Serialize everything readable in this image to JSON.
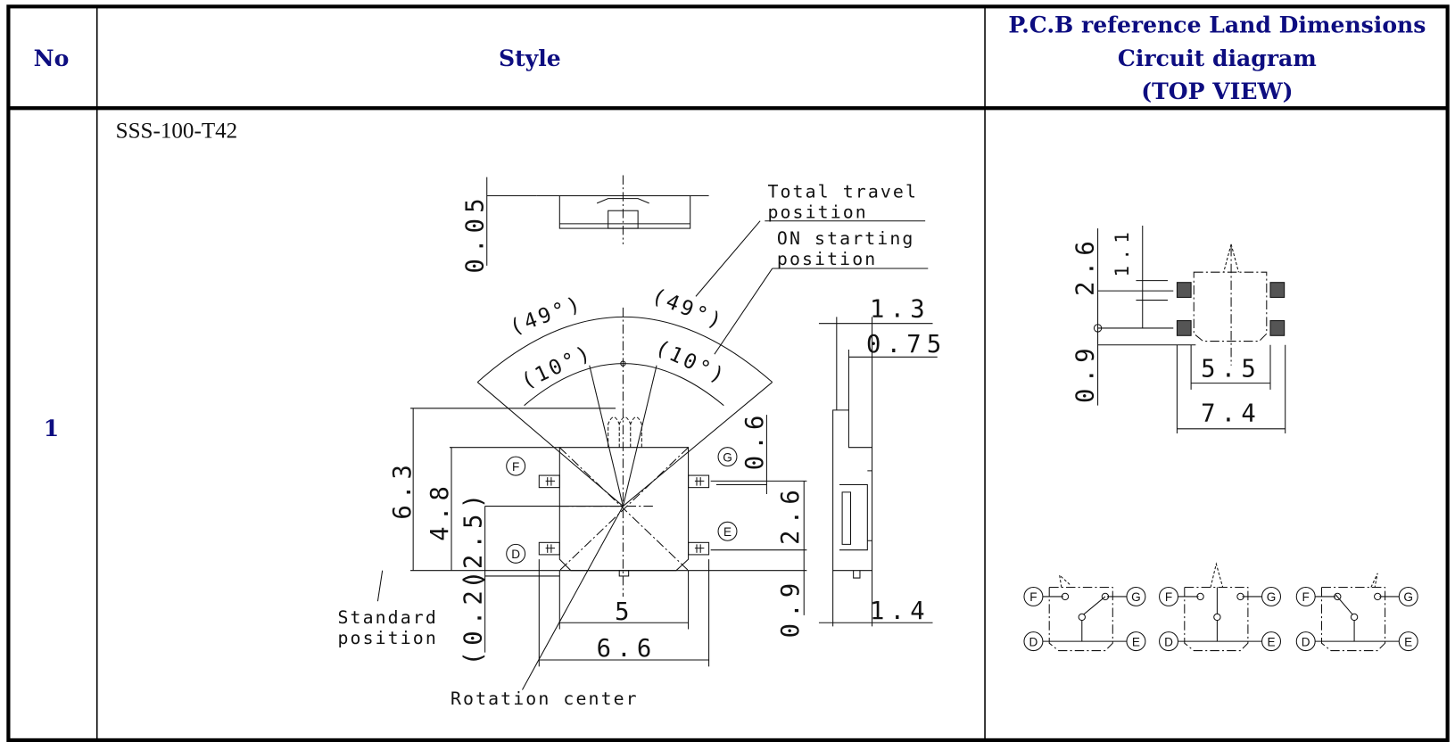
{
  "table": {
    "headers": {
      "no": "No",
      "style": "Style",
      "pcb_line1": "P.C.B reference Land Dimensions",
      "pcb_line2": "Circuit diagram",
      "pcb_line3": "(TOP VIEW)"
    },
    "rows": [
      {
        "no": "1",
        "model": "SSS-100-T42"
      }
    ]
  },
  "drawing": {
    "notes": {
      "total_travel_1": "Total travel",
      "total_travel_2": "position",
      "on_start_1": "ON starting",
      "on_start_2": "position",
      "standard_1": "Standard",
      "standard_2": "position",
      "rotation_center": "Rotation center"
    },
    "dims": {
      "d005": "0.05",
      "angle49_left": "(49°)",
      "angle49_right": "(49°)",
      "angle10_left": "(10°)",
      "angle10_right": "(10°)",
      "d63": "6.3",
      "d48": "4.8",
      "d25": "(2.5)",
      "d02": "(0.2)",
      "d5": "5",
      "d66": "6.6",
      "d06": "0.6",
      "d26": "2.6",
      "d09": "0.9",
      "d13": "1.3",
      "d075": "0.75",
      "d14": "1.4"
    },
    "terminals": {
      "f": "F",
      "g": "G",
      "d": "D",
      "e": "E"
    }
  },
  "land": {
    "dims": {
      "d26": "2.6",
      "d11": "1.1",
      "d09": "0.9",
      "d55": "5.5",
      "d74": "7.4"
    }
  },
  "circuits": [
    {
      "state": "left",
      "labels": [
        "F",
        "G",
        "D",
        "E"
      ]
    },
    {
      "state": "neutral",
      "labels": [
        "F",
        "G",
        "D",
        "E"
      ]
    },
    {
      "state": "right",
      "labels": [
        "F",
        "G",
        "D",
        "E"
      ]
    }
  ]
}
